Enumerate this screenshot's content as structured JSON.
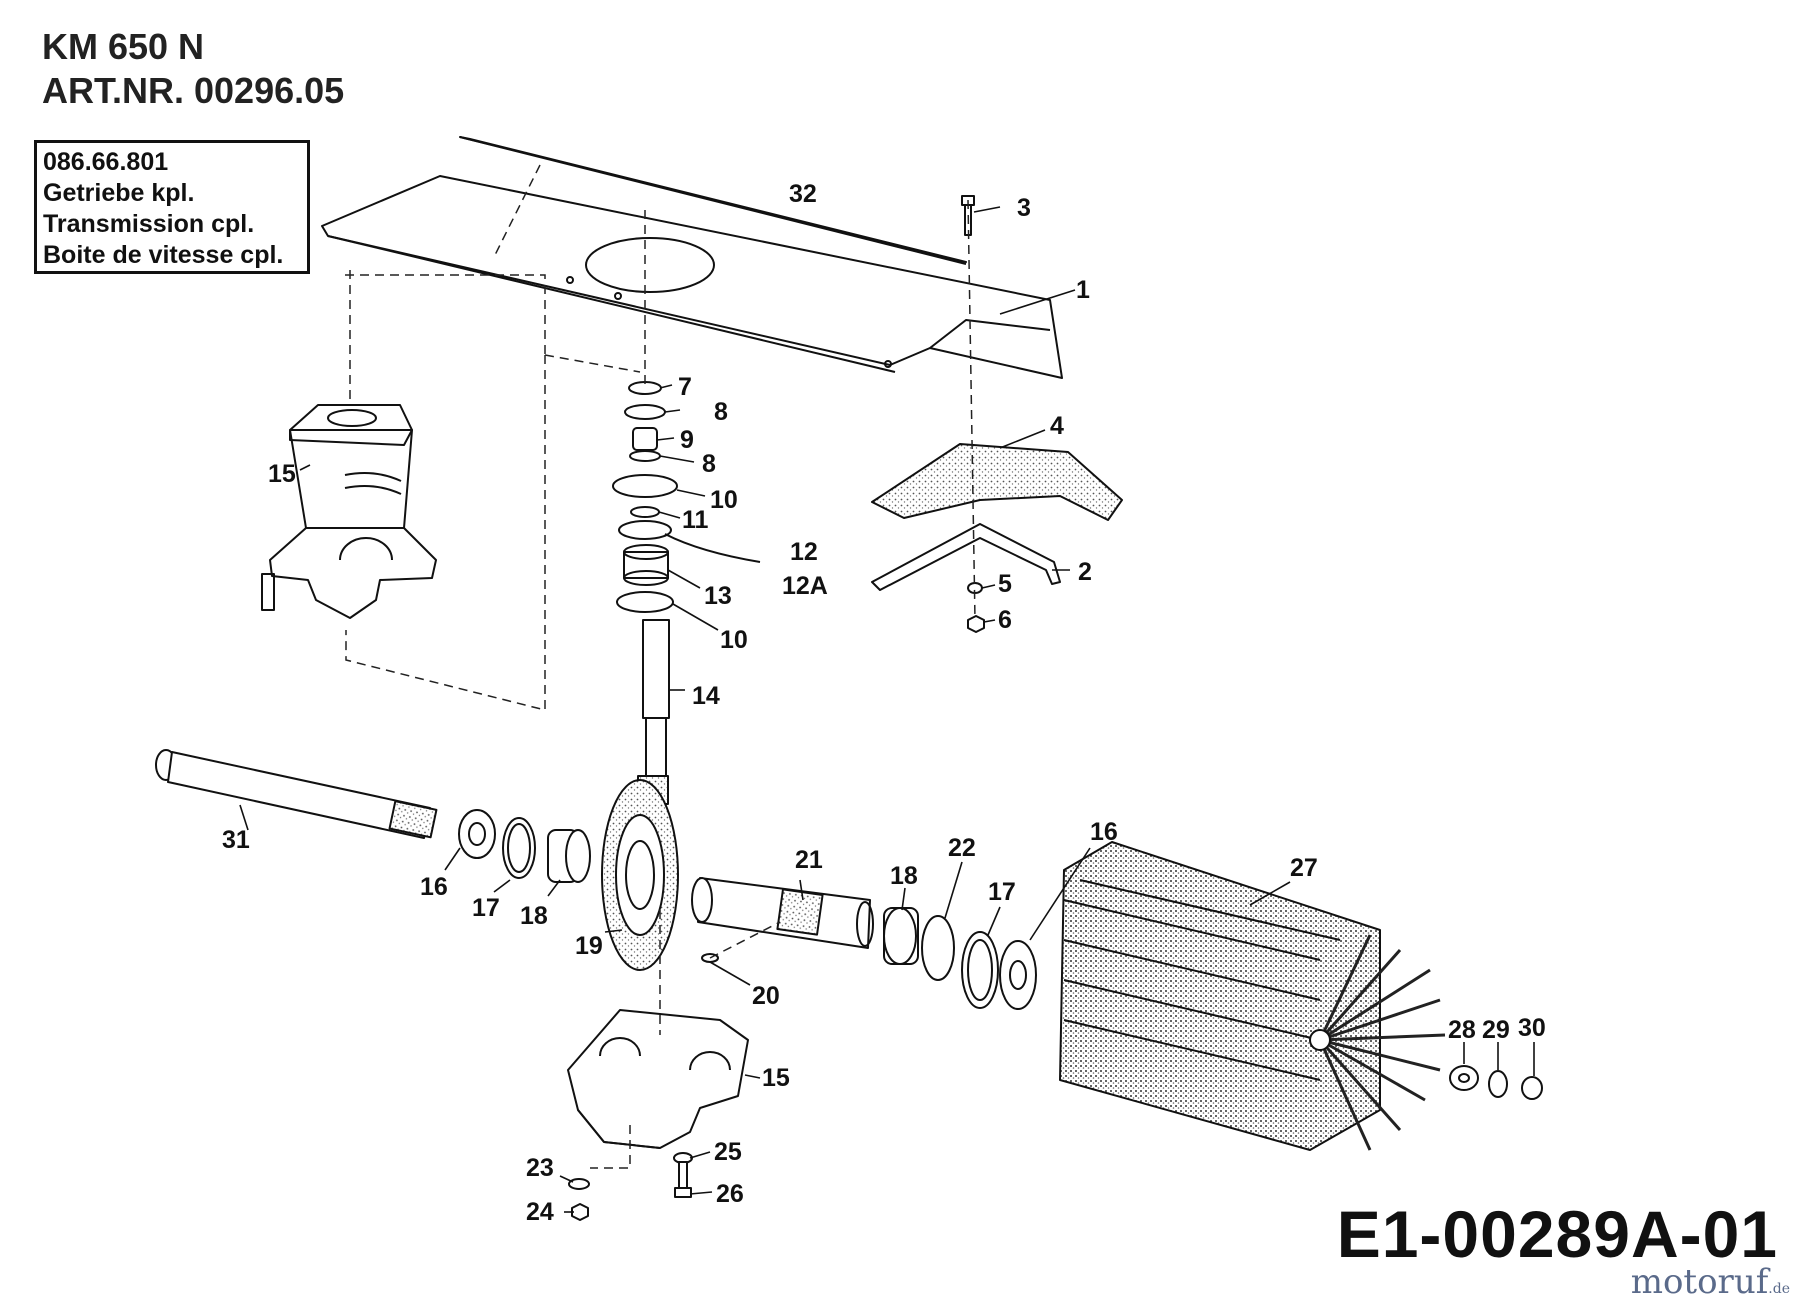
{
  "header": {
    "model": "KM 650 N",
    "article_number": "ART.NR. 00296.05"
  },
  "info_box": {
    "part_number": "086.66.801",
    "name_de": "Getriebe kpl.",
    "name_en": "Transmission cpl.",
    "name_fr": "Boite de vitesse cpl."
  },
  "callouts": [
    "32",
    "3",
    "1",
    "4",
    "2",
    "5",
    "6",
    "7",
    "8",
    "9",
    "8",
    "10",
    "11",
    "12",
    "12A",
    "13",
    "10",
    "14",
    "15",
    "31",
    "16",
    "17",
    "18",
    "19",
    "21",
    "18",
    "22",
    "17",
    "16",
    "27",
    "20",
    "15",
    "25",
    "26",
    "23",
    "24",
    "28",
    "29",
    "30"
  ],
  "diagram_id": "E1-00289A-01",
  "watermark": {
    "name": "motoruf",
    "tld": ".de"
  },
  "colors": {
    "ink": "#111111",
    "watermark": "#5a6a8a",
    "stipple": "#9a9a9a"
  }
}
